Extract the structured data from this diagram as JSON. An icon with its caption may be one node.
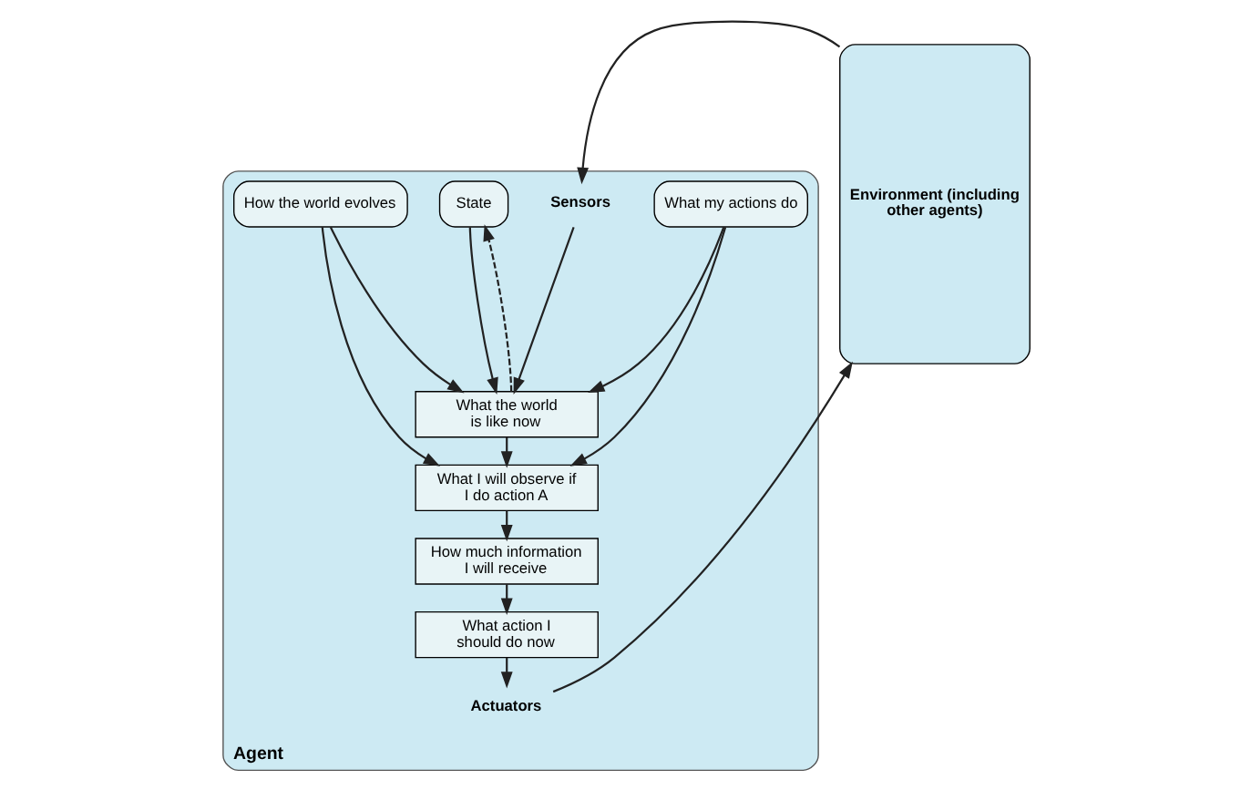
{
  "diagram": {
    "nodes": [
      {
        "text": [
          "Agent"
        ]
      },
      {
        "text": [
          "Sensors"
        ],
        "in": 0
      },
      {
        "text": [
          "State"
        ],
        "in": 0
      },
      {
        "text": [
          "How the world evolves"
        ],
        "in": 0
      },
      {
        "text": [
          "What my actions do"
        ],
        "in": 0
      },
      {
        "text": [
          "What the world is like now"
        ],
        "in": 0
      },
      {
        "text": [
          "What I will observe if I do action A"
        ],
        "in": 0
      },
      {
        "text": [
          "How much information I will receive"
        ],
        "in": 0
      },
      {
        "text": [
          "What action I should do now"
        ],
        "in": 0
      },
      {
        "text": [
          "Actuators"
        ],
        "in": 0
      },
      {
        "text": [
          "Environment (including other agents)"
        ]
      }
    ],
    "edges": [
      {
        "from": 10,
        "to": 1,
        "arrow": "to"
      },
      {
        "from": 1,
        "to": 5,
        "arrow": "to"
      },
      {
        "from": 2,
        "to": 5,
        "arrow": "to"
      },
      {
        "from": 3,
        "to": 5,
        "arrow": "to"
      },
      {
        "from": 3,
        "to": 6,
        "arrow": "to"
      },
      {
        "from": 4,
        "to": 5,
        "arrow": "to"
      },
      {
        "from": 4,
        "to": 6,
        "arrow": "to"
      },
      {
        "from": 5,
        "to": 6,
        "arrow": "to"
      },
      {
        "from": 6,
        "to": 7,
        "arrow": "to"
      },
      {
        "from": 7,
        "to": 8,
        "arrow": "to"
      },
      {
        "from": 8,
        "to": 9,
        "arrow": "to"
      },
      {
        "from": 9,
        "to": 10,
        "arrow": "to"
      },
      {
        "from": 5,
        "to": 2,
        "arrow": "to",
        "style": "dashed"
      }
    ]
  }
}
